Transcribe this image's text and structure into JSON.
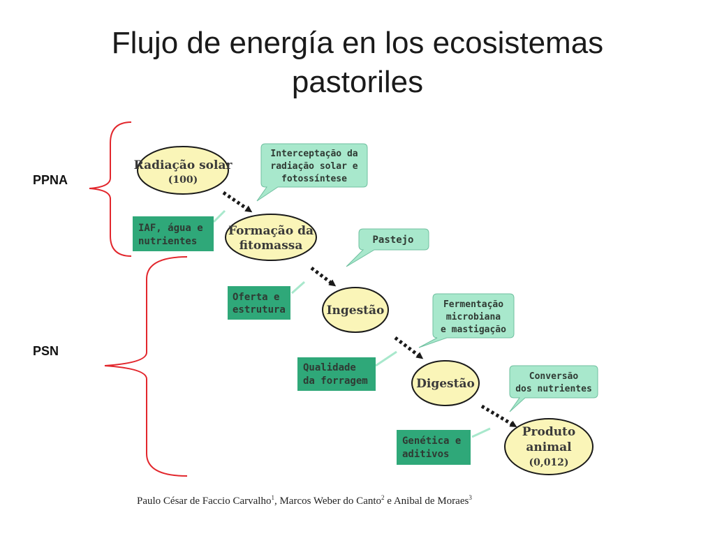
{
  "title": {
    "line1": "Flujo de energía en los ecosistemas",
    "line2": "pastoriles"
  },
  "labels": {
    "ppna": "PPNA",
    "psn": "PSN"
  },
  "nodes": {
    "radiacao": {
      "line1": "Radiação solar",
      "line2": "(100)"
    },
    "formacao": {
      "line1": "Formação da",
      "line2": "fitomassa"
    },
    "ingestao": {
      "line1": "Ingestão"
    },
    "digestao": {
      "line1": "Digestão"
    },
    "produto": {
      "line1": "Produto",
      "line2": "animal",
      "line3": "(0,012)"
    }
  },
  "callouts": {
    "intercepcao": {
      "line1": "Interceptação da",
      "line2": "radiação solar e",
      "line3": "fotossíntese"
    },
    "pastejo": {
      "line1": "Pastejo"
    },
    "fermentacao": {
      "line1": "Fermentação",
      "line2": "microbiana",
      "line3": "e mastigação"
    },
    "conversao": {
      "line1": "Conversão",
      "line2": "dos nutrientes"
    }
  },
  "factors": {
    "iaf": {
      "line1": "IAF, água e",
      "line2": "nutrientes"
    },
    "oferta": {
      "line1": "Oferta e",
      "line2": "estrutura"
    },
    "qualidade": {
      "line1": "Qualidade",
      "line2": "da forragem"
    },
    "genetica": {
      "line1": "Genética e",
      "line2": "aditivos"
    }
  },
  "credit": {
    "author1": "Paulo César de Faccio Carvalho",
    "sup1": "1",
    "author2": ", Marcos Weber do Canto",
    "sup2": "2",
    "author3": " e Anibal de Moraes",
    "sup3": "3"
  },
  "colors": {
    "node_fill": "#faf5b8",
    "callout_fill": "#a8e8cc",
    "factor_fill": "#2fa879",
    "bracket": "#e2262c",
    "arrow": "#1a1a1a"
  }
}
